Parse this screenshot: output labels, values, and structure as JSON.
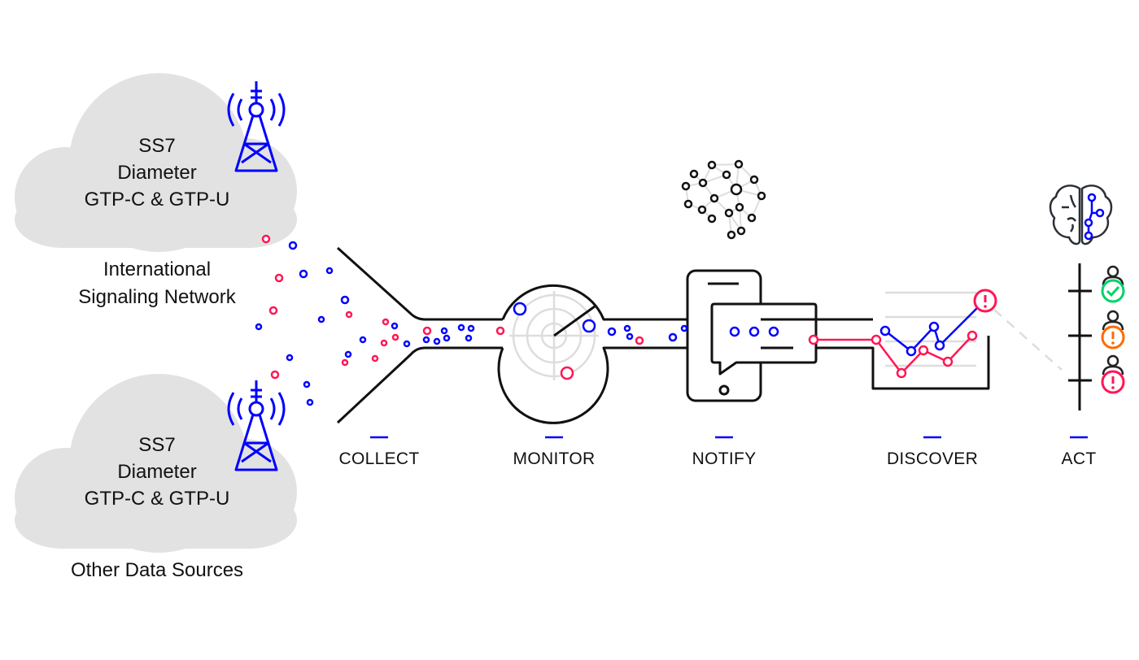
{
  "sources": [
    {
      "protocols": [
        "SS7",
        "Diameter",
        "GTP-C & GTP-U"
      ],
      "label_lines": [
        "International",
        "Signaling Network"
      ]
    },
    {
      "protocols": [
        "SS7",
        "Diameter",
        "GTP-C & GTP-U"
      ],
      "label_lines": [
        "Other Data Sources"
      ]
    }
  ],
  "stages": [
    "COLLECT",
    "MONITOR",
    "NOTIFY",
    "DISCOVER",
    "ACT"
  ],
  "colors": {
    "blue": "#0000ff",
    "red": "#ff1654",
    "green": "#00d26a",
    "orange": "#ff6a00",
    "gray": "#e2e2e2",
    "line": "#111111"
  },
  "icons": [
    "cell-tower-icon",
    "radar-icon",
    "phone-chat-icon",
    "neural-network-icon",
    "line-chart-icon",
    "brain-icon",
    "user-status-icon"
  ]
}
